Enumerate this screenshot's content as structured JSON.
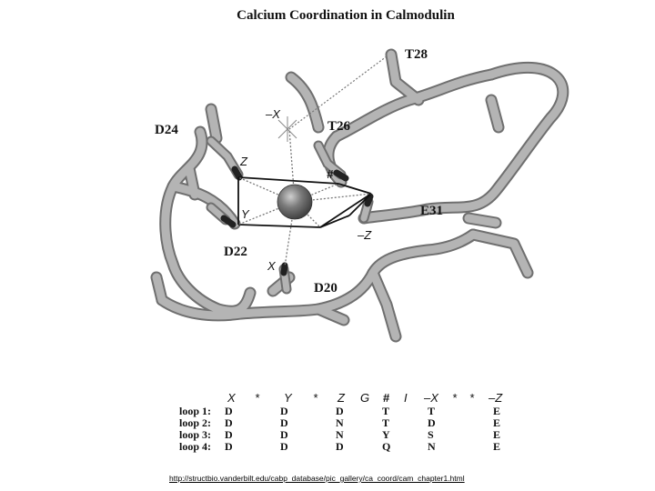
{
  "title": "Calcium Coordination in Calmodulin",
  "residues": {
    "t28": "T28",
    "d24": "D24",
    "t26": "T26",
    "e31": "E31",
    "d22": "D22",
    "d20": "D20"
  },
  "ligands": {
    "neg_x": "–X",
    "z": "Z",
    "hash": "#",
    "y": "Y",
    "neg_z": "–Z",
    "x": "X"
  },
  "table": {
    "headers": [
      "X",
      "*",
      "Y",
      "*",
      "Z",
      "G",
      "#",
      "I",
      "–X",
      "*",
      "*",
      "–Z"
    ],
    "rows": [
      {
        "label": "loop 1:",
        "cells": [
          "D",
          "D",
          "D",
          "T",
          "T",
          "E"
        ]
      },
      {
        "label": "loop 2:",
        "cells": [
          "D",
          "D",
          "N",
          "T",
          "D",
          "E"
        ]
      },
      {
        "label": "loop 3:",
        "cells": [
          "D",
          "D",
          "N",
          "Y",
          "S",
          "E"
        ]
      },
      {
        "label": "loop 4:",
        "cells": [
          "D",
          "D",
          "D",
          "Q",
          "N",
          "E"
        ]
      }
    ]
  },
  "source_url": "http://structbio.vanderbilt.edu/cabp_database/pic_gallery/ca_coord/cam_chapter1.html",
  "colors": {
    "backbone": "#a9a9a9",
    "backbone_edge": "#6f6f6f",
    "calcium": "#5a5a5a",
    "oxygen": "#222222"
  }
}
